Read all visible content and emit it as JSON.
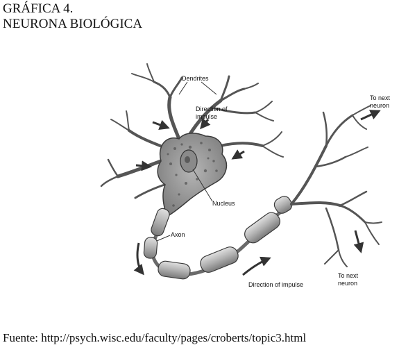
{
  "heading": {
    "line1": "GRÁFICA 4.",
    "line2": "NEURONA BIOLÓGICA"
  },
  "diagram": {
    "labels": {
      "dendrites": "Dendrites",
      "direction_top_1": "Direction of",
      "direction_top_2": "impulse",
      "to_next_top_1": "To next",
      "to_next_top_2": "neuron",
      "nucleus": "Nucleus",
      "axon": "Axon",
      "direction_bottom": "Direction of impulse",
      "to_next_bottom_1": "To next",
      "to_next_bottom_2": "neuron"
    },
    "colors": {
      "cell_body": "#9c9c9c",
      "membrane": "#3a3a3a",
      "myelin": "#b8b8b8",
      "arrow": "#333333"
    }
  },
  "source": {
    "text": "Fuente: http://psych.wisc.edu/faculty/pages/croberts/topic3.html"
  }
}
